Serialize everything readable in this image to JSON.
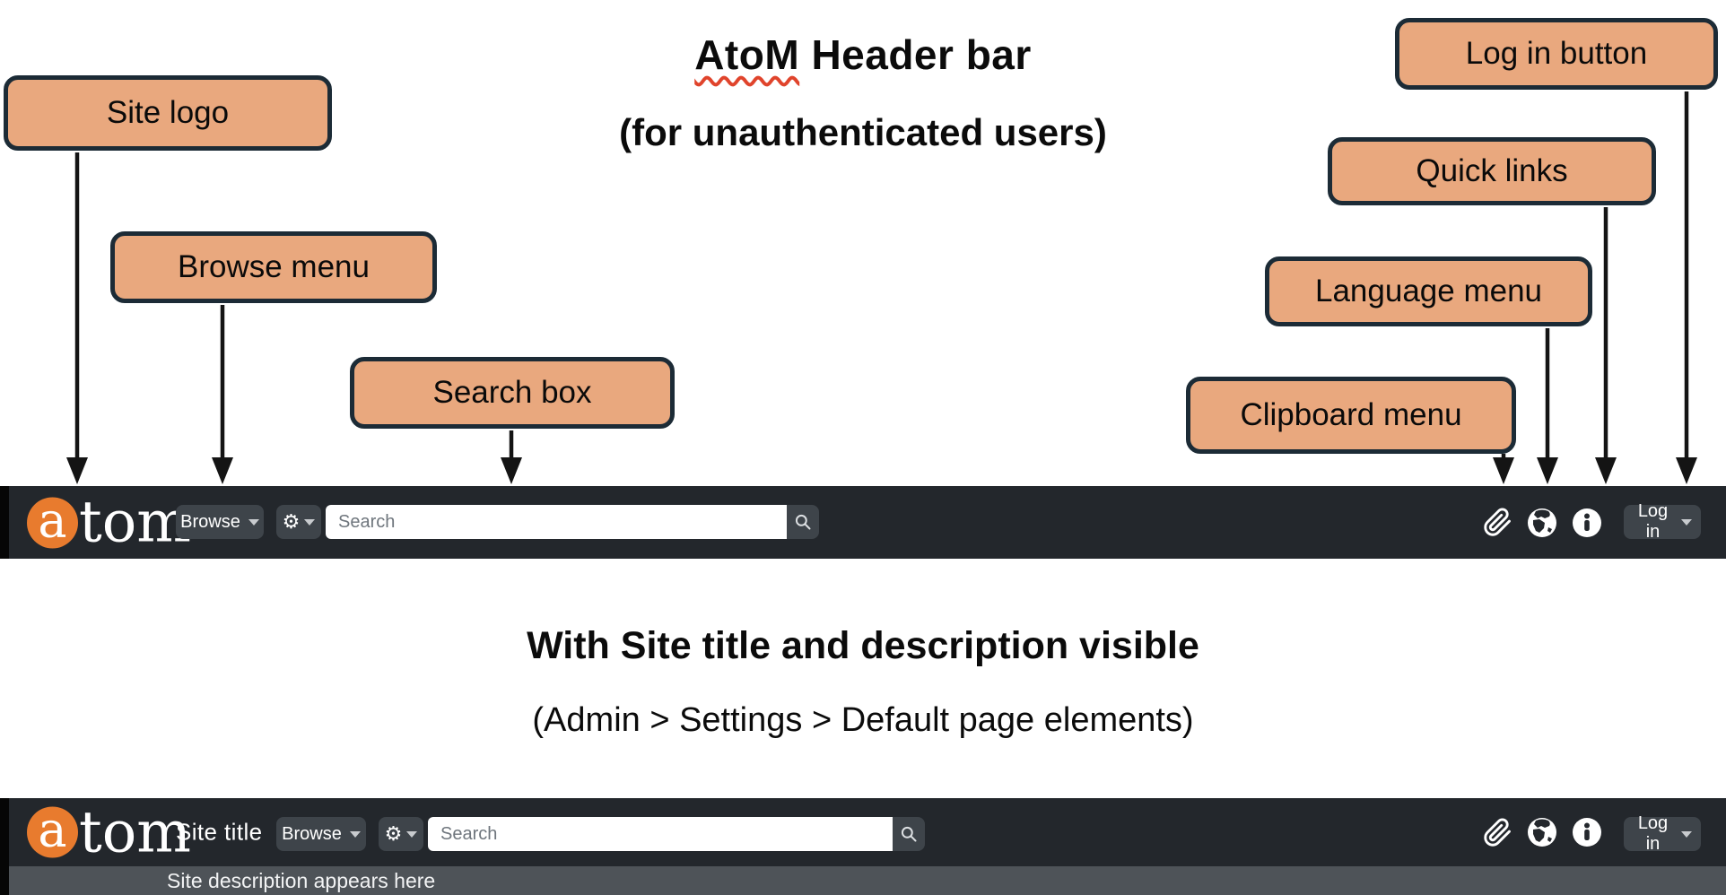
{
  "annotations": {
    "title_word": "AtoM",
    "title_rest": " Header bar",
    "subtitle": "(for unauthenticated users)",
    "callouts": {
      "site_logo": "Site logo",
      "browse_menu": "Browse menu",
      "search_box": "Search box",
      "clipboard_menu": "Clipboard menu",
      "language_menu": "Language menu",
      "quick_links": "Quick links",
      "log_in_button": "Log in button"
    },
    "section2_title": "With Site title and description visible",
    "section2_subtitle": "(Admin > Settings > Default page elements)"
  },
  "header": {
    "logo_a": "a",
    "logo_rest": "tom",
    "browse_label": "Browse",
    "gear_glyph": "⚙",
    "search_placeholder": "Search",
    "login_label": "Log in",
    "site_title": "Site title",
    "site_description": "Site description appears here"
  },
  "icons": {
    "clipboard_menu": "paperclip-icon",
    "language_menu": "globe-icon",
    "quick_links": "info-icon",
    "settings_dropdown": "gear-icon",
    "search_submit": "magnifier-icon",
    "dropdown": "caret-down-icon"
  },
  "colors": {
    "callout_fill": "#e9a87e",
    "callout_border": "#1c2b36",
    "bar_bg": "#23272c",
    "button_bg": "#3e444a",
    "logo_orange": "#e87b2e",
    "desc_bar_bg": "#4e5358",
    "squiggle_red": "#e0442c"
  }
}
